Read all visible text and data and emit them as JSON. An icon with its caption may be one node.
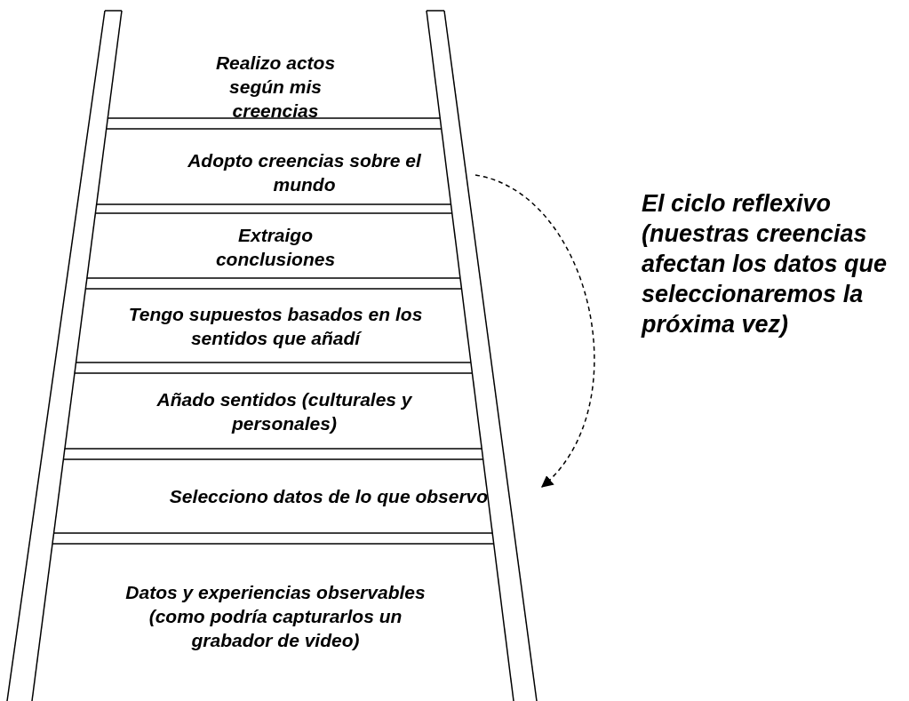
{
  "diagram": {
    "nodes": [
      {
        "text": [
          "Realizo actos según mis creencias"
        ]
      },
      {
        "text": [
          "Adopto creencias sobre el mundo"
        ]
      },
      {
        "text": [
          "Extraigo conclusiones"
        ]
      },
      {
        "text": [
          "Tengo supuestos basados en los sentidos que añadí"
        ]
      },
      {
        "text": [
          "Añado sentidos (culturales y personales)"
        ]
      },
      {
        "text": [
          "Selecciono datos de lo que observo"
        ]
      },
      {
        "text": [
          "Datos y experiencias observables (como podría capturarlos un grabador de video)"
        ]
      }
    ],
    "edges": [
      {
        "from": 1,
        "to": 5,
        "arrow": "to",
        "style": "dashed"
      }
    ],
    "labels": [
      "El ciclo reflexivo (nuestras creencias afectan los datos que seleccionaremos la próxima vez)"
    ]
  }
}
